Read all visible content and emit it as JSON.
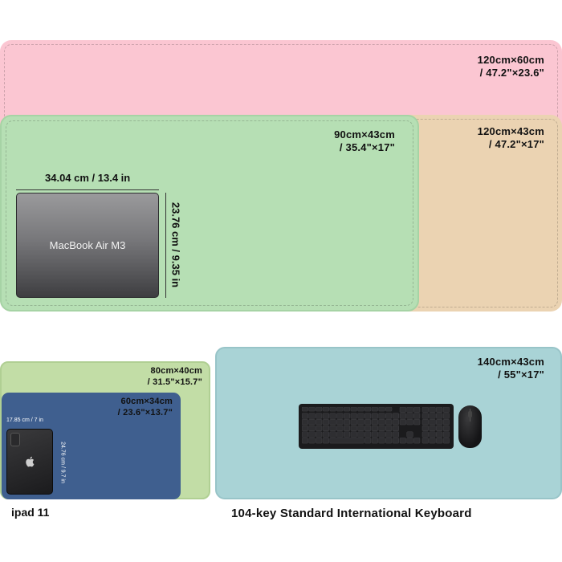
{
  "mats": {
    "pink": {
      "size_cm": "120cm×60cm",
      "size_in": "/ 47.2\"×23.6\"",
      "color": "#fbc6d2"
    },
    "beige": {
      "size_cm": "120cm×43cm",
      "size_in": "/ 47.2\"×17\"",
      "color": "#ebd3b2"
    },
    "green": {
      "size_cm": "90cm×43cm",
      "size_in": "/ 35.4\"×17\"",
      "color": "#b6dfb4"
    },
    "light_green": {
      "size_cm": "80cm×40cm",
      "size_in": "/ 31.5\"×15.7\"",
      "color": "#c2dda6"
    },
    "blue": {
      "size_cm": "60cm×34cm",
      "size_in": "/ 23.6\"×13.7\"",
      "color": "#3f5f8f"
    },
    "light_blue": {
      "size_cm": "140cm×43cm",
      "size_in": "/ 55\"×17\"",
      "color": "#a9d3d6"
    }
  },
  "macbook": {
    "label": "MacBook Air M3",
    "width": "34.04 cm / 13.4 in",
    "height": "23.76 cm / 9.35 in"
  },
  "ipad": {
    "caption": "ipad 11",
    "width": "17.85 cm / 7 in",
    "height": "24.76 cm / 9.7 in",
    "icon": "apple-logo-icon"
  },
  "keyboard": {
    "caption": "104-key Standard International Keyboard",
    "icon": "keyboard-icon",
    "mouse_icon": "mouse-icon"
  }
}
